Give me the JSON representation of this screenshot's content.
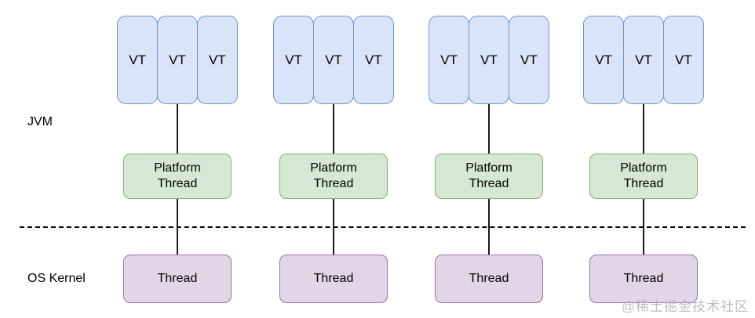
{
  "diagram": {
    "regions": [
      {
        "label": "JVM"
      },
      {
        "label": "OS Kernel"
      }
    ],
    "groups": [
      {
        "virtual_threads": [
          {
            "label": "VT"
          },
          {
            "label": "VT"
          },
          {
            "label": "VT"
          }
        ],
        "platform_thread": {
          "line1": "Platform",
          "line2": "Thread"
        },
        "os_thread": {
          "label": "Thread"
        }
      },
      {
        "virtual_threads": [
          {
            "label": "VT"
          },
          {
            "label": "VT"
          },
          {
            "label": "VT"
          }
        ],
        "platform_thread": {
          "line1": "Platform",
          "line2": "Thread"
        },
        "os_thread": {
          "label": "Thread"
        }
      },
      {
        "virtual_threads": [
          {
            "label": "VT"
          },
          {
            "label": "VT"
          },
          {
            "label": "VT"
          }
        ],
        "platform_thread": {
          "line1": "Platform",
          "line2": "Thread"
        },
        "os_thread": {
          "label": "Thread"
        }
      },
      {
        "virtual_threads": [
          {
            "label": "VT"
          },
          {
            "label": "VT"
          },
          {
            "label": "VT"
          }
        ],
        "platform_thread": {
          "line1": "Platform",
          "line2": "Thread"
        },
        "os_thread": {
          "label": "Thread"
        }
      }
    ],
    "watermark": "@稀土掘金技术社区",
    "colors": {
      "virtual_thread_fill": "#d9e4f8",
      "virtual_thread_border": "#7094c8",
      "platform_thread_fill": "#d5e8d4",
      "platform_thread_border": "#82b366",
      "os_thread_fill": "#e1d5e7",
      "os_thread_border": "#9673a6",
      "connector": "#1a1a1a",
      "boundary": "#000000",
      "background": "#ffffff",
      "text": "#000000"
    }
  }
}
